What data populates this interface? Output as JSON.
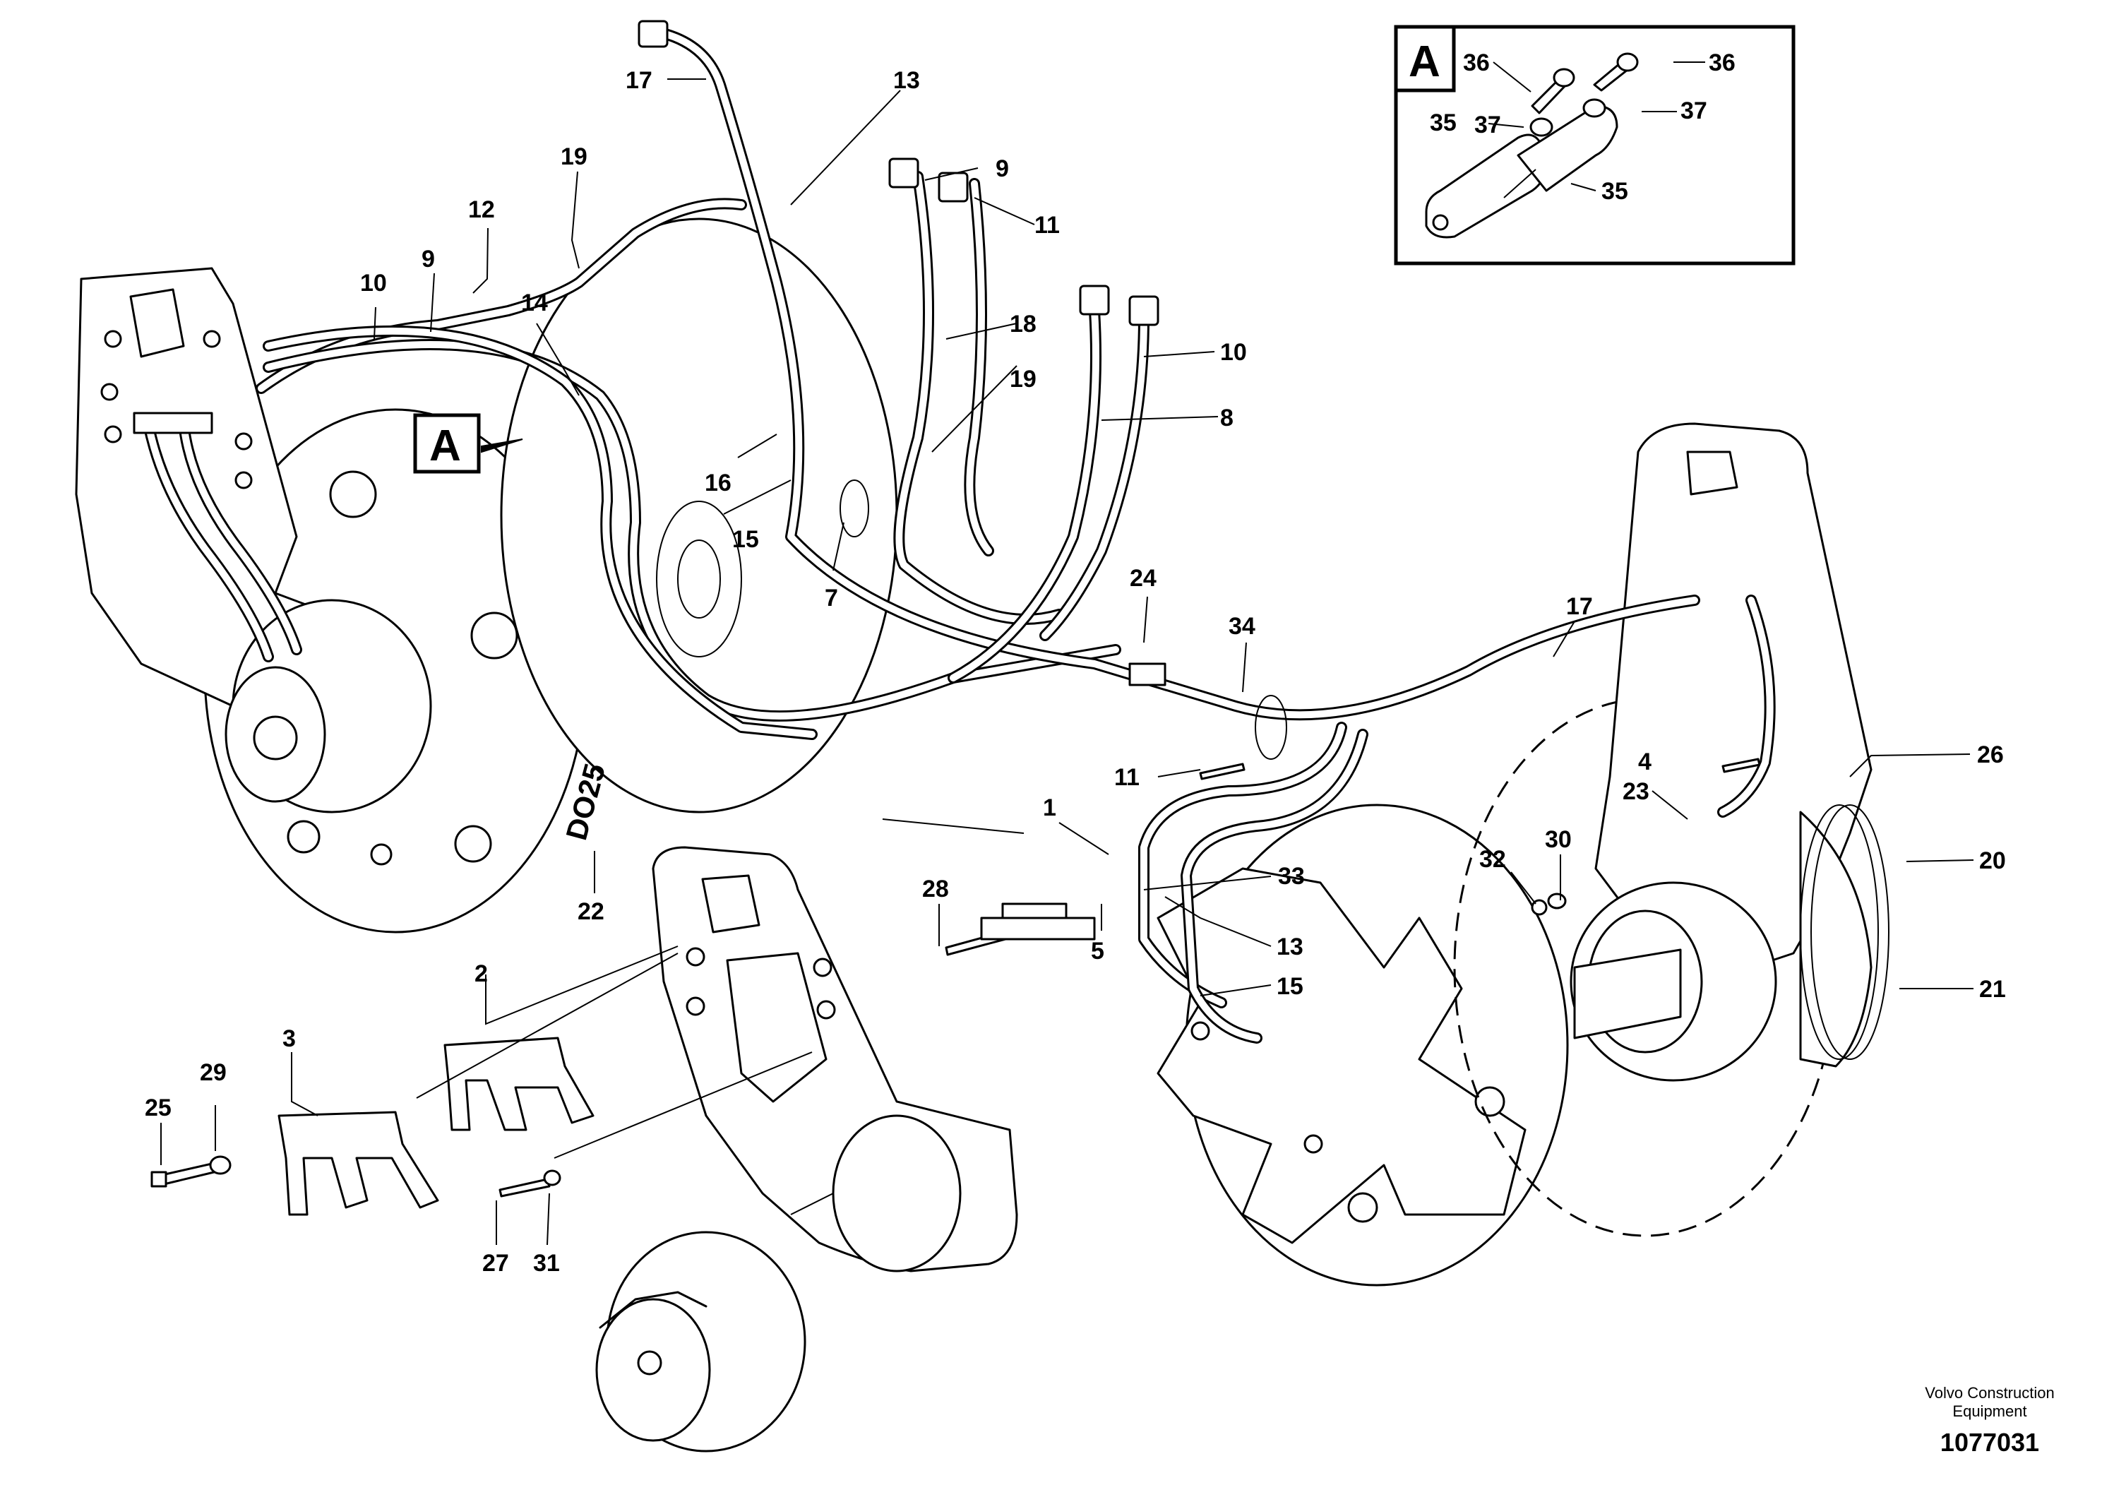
{
  "detail_view": {
    "letter": "A"
  },
  "view_marker": {
    "letter": "A"
  },
  "callouts": [
    {
      "id": "17a",
      "label": "17"
    },
    {
      "id": "13a",
      "label": "13"
    },
    {
      "id": "9a",
      "label": "9"
    },
    {
      "id": "11a",
      "label": "11"
    },
    {
      "id": "19a",
      "label": "19"
    },
    {
      "id": "12",
      "label": "12"
    },
    {
      "id": "10a",
      "label": "10"
    },
    {
      "id": "9b",
      "label": "9"
    },
    {
      "id": "14",
      "label": "14"
    },
    {
      "id": "18",
      "label": "18"
    },
    {
      "id": "10b",
      "label": "10"
    },
    {
      "id": "19b",
      "label": "19"
    },
    {
      "id": "8",
      "label": "8"
    },
    {
      "id": "16",
      "label": "16"
    },
    {
      "id": "15a",
      "label": "15"
    },
    {
      "id": "7",
      "label": "7"
    },
    {
      "id": "24",
      "label": "24"
    },
    {
      "id": "34",
      "label": "34"
    },
    {
      "id": "17b",
      "label": "17"
    },
    {
      "id": "11b",
      "label": "11"
    },
    {
      "id": "26",
      "label": "26"
    },
    {
      "id": "4",
      "label": "4"
    },
    {
      "id": "23",
      "label": "23"
    },
    {
      "id": "1",
      "label": "1"
    },
    {
      "id": "30",
      "label": "30"
    },
    {
      "id": "32",
      "label": "32"
    },
    {
      "id": "20",
      "label": "20"
    },
    {
      "id": "28",
      "label": "28"
    },
    {
      "id": "33",
      "label": "33"
    },
    {
      "id": "13b",
      "label": "13"
    },
    {
      "id": "22",
      "label": "22"
    },
    {
      "id": "5",
      "label": "5"
    },
    {
      "id": "15b",
      "label": "15"
    },
    {
      "id": "21",
      "label": "21"
    },
    {
      "id": "2",
      "label": "2"
    },
    {
      "id": "3",
      "label": "3"
    },
    {
      "id": "29",
      "label": "29"
    },
    {
      "id": "25",
      "label": "25"
    },
    {
      "id": "27",
      "label": "27"
    },
    {
      "id": "31",
      "label": "31"
    },
    {
      "id": "36a",
      "label": "36"
    },
    {
      "id": "36b",
      "label": "36"
    },
    {
      "id": "35a",
      "label": "35"
    },
    {
      "id": "37a",
      "label": "37"
    },
    {
      "id": "37b",
      "label": "37"
    },
    {
      "id": "35b",
      "label": "35"
    }
  ],
  "disc_marking": "DO25",
  "footer": {
    "brand_line1": "Volvo Construction",
    "brand_line2": "Equipment",
    "drawing_number": "1077031"
  }
}
